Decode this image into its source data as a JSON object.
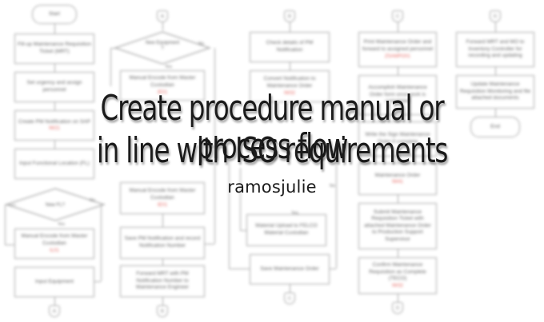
{
  "overlay": {
    "title_line1": "Create procedure manual or process flow",
    "title_line2": "in line with ISO requirements",
    "author": "ramosjulie"
  },
  "flowchart": {
    "col1": {
      "start": "Start",
      "step1": "Fill-up Maintenance Requisition Ticket (MRT)",
      "step2": "Set urgency and assign personnel",
      "step3": "Create PM Notification on SAP",
      "step3_code": "IW21",
      "step4": "Input Functional Location (FL)",
      "decision": "New FL?",
      "yes": "Yes",
      "no": "No",
      "step5": "Manual Encode from Master Custodian",
      "step5_code": "IL01",
      "step6": "Input Equipment",
      "end_connector": "A"
    },
    "col2": {
      "start_connector": "A",
      "decision": "New Equipment ?",
      "yes": "Yes",
      "no": "No",
      "step1": "Manual Encode from Master Custodian",
      "step1_code": "IE01",
      "step2": "Manual Encode from Master Custodian",
      "step2_code": "IE01",
      "step3": "Save PM Notification and record Notification Number",
      "step4": "Forward MRT with PM Notification Number to Maintenance Engineer",
      "end_connector": "B"
    },
    "col3": {
      "start_connector": "B",
      "step1": "Check details of PM Notification",
      "step2": "Convert Notification to Maintenance Order",
      "step2_code": "IW32",
      "yes": "Yes",
      "no": "No",
      "step3": "Material Upload to FELCO Material Custodian",
      "step4": "Save Maintenance Order",
      "end_connector": "C"
    },
    "col4": {
      "start_connector": "C",
      "step1": "Print Maintenance Order and forward to assigned personnel",
      "step1_code": "ZSAMPO01",
      "step2": "Accomplish Maintenance Order form once work is completed",
      "step3": "Write the Sign Maintenance Order if complete",
      "step4": "Maintenance Order",
      "step4_code": "IW41",
      "step5": "Submit Maintenance Requisition Ticket with attached Maintenance Order to Production Support Supervisor",
      "step6": "Confirm Maintenance Requisition as Complete (TECO)",
      "step6_code": "IW32",
      "end_connector": "D"
    },
    "col5": {
      "start_connector": "D",
      "step1": "Forward MRT and MO to Inventory Controller for recording and updating",
      "step2": "Update Maintenance Requisition Monitoring and file attached documents",
      "end": "End"
    }
  }
}
